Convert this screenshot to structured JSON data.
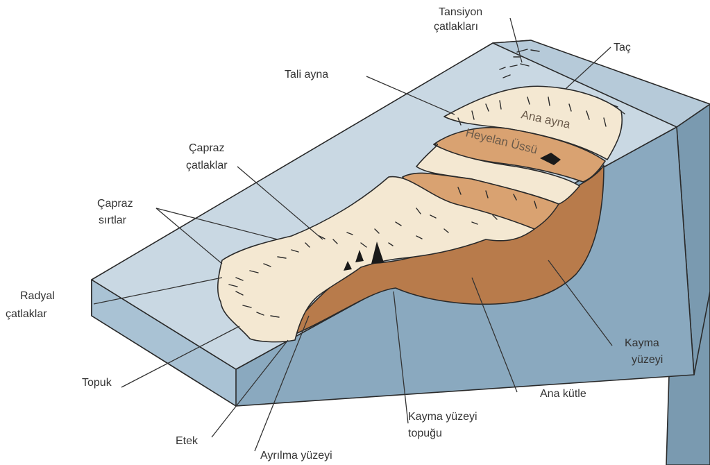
{
  "colors": {
    "slope_top": "#c9d8e3",
    "slope_side": "#7a9ab0",
    "slope_front": "#a9c2d4",
    "debris": "#f4e8d2",
    "earth_light": "#d9a271",
    "earth_dark": "#b87b4b",
    "line": "#2a2a2a"
  },
  "labels": {
    "tension_cracks_1": "Tansiyon",
    "tension_cracks_2": "çatlakları",
    "crown": "Taç",
    "minor_scarp": "Tali ayna",
    "transverse_cracks_1": "Çapraz",
    "transverse_cracks_2": "çatlaklar",
    "transverse_ridges_1": "Çapraz",
    "transverse_ridges_2": "sırtlar",
    "radial_cracks_1": "Radyal",
    "radial_cracks_2": "çatlaklar",
    "toe": "Topuk",
    "foot": "Etek",
    "surface_of_separation": "Ayrılma yüzeyi",
    "toe_of_rupture_1": "Kayma yüzeyi",
    "toe_of_rupture_2": "topuğu",
    "main_body": "Ana kütle",
    "surface_of_rupture_1": "Kayma",
    "surface_of_rupture_2": "yüzeyi",
    "main_scarp": "Ana ayna",
    "head": "Heyelan Üssü"
  }
}
